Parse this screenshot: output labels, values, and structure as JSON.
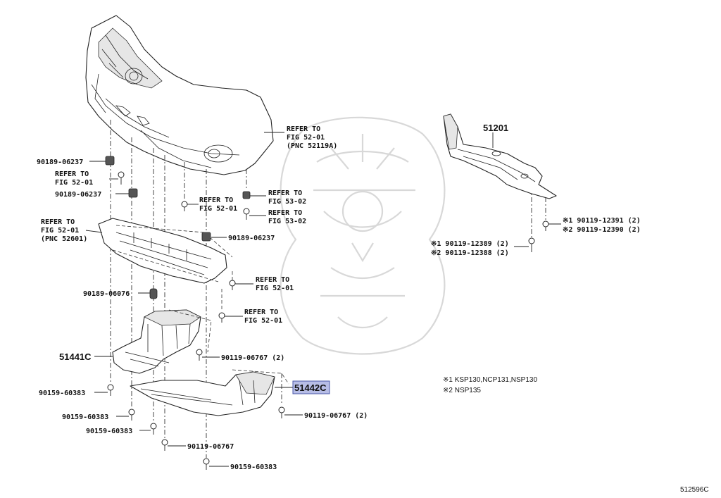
{
  "diagram": {
    "labels": {
      "bumper_refer_1": "REFER TO",
      "bumper_refer_2": "FIG 52-01",
      "bumper_refer_3": "(PNC 52119A)",
      "nut_left_1": "90189-06237",
      "refer_left_a1": "REFER TO",
      "refer_left_a2": "FIG 52-01",
      "nut_left_2": "90189-06237",
      "refer_mid_a1": "REFER TO",
      "refer_mid_a2": "FIG 52-01",
      "refer_right_a1": "REFER TO",
      "refer_right_a2": "FIG 53-02",
      "refer_right_b1": "REFER TO",
      "refer_right_b2": "FIG 53-02",
      "refer_left_b1": "REFER TO",
      "refer_left_b2": "FIG 52-01",
      "refer_left_b3": "(PNC 52601)",
      "nut_center": "90189-06237",
      "refer_c1": "REFER TO",
      "refer_c2": "FIG 52-01",
      "nut_06076": "90189-06076",
      "refer_d1": "REFER TO",
      "refer_d2": "FIG 52-01",
      "part_51441c": "51441C",
      "bolt_06767_a": "90119-06767 (2)",
      "part_51442c": "51442C",
      "bolt_60383_a": "90159-60383",
      "bolt_60383_b": "90159-60383",
      "bolt_60383_c": "90159-60383",
      "bolt_06767_b": "90119-06767 (2)",
      "bolt_06767_c": "90119-06767",
      "bolt_60383_d": "90159-60383",
      "part_51201": "51201",
      "bolt_12391": "※1 90119-12391 (2)",
      "bolt_12390": "※2 90119-12390 (2)",
      "bolt_12389": "※1 90119-12389 (2)",
      "bolt_12388": "※2 90119-12388 (2)",
      "note_1": "※1 KSP130,NCP131,NSP130",
      "note_2": "※2 NSP135",
      "figure_id": "512596C"
    },
    "colors": {
      "highlight": "#b7bde6",
      "highlight_border": "#4a56a8",
      "line": "#222222",
      "watermark": "#d8d8d8"
    }
  }
}
